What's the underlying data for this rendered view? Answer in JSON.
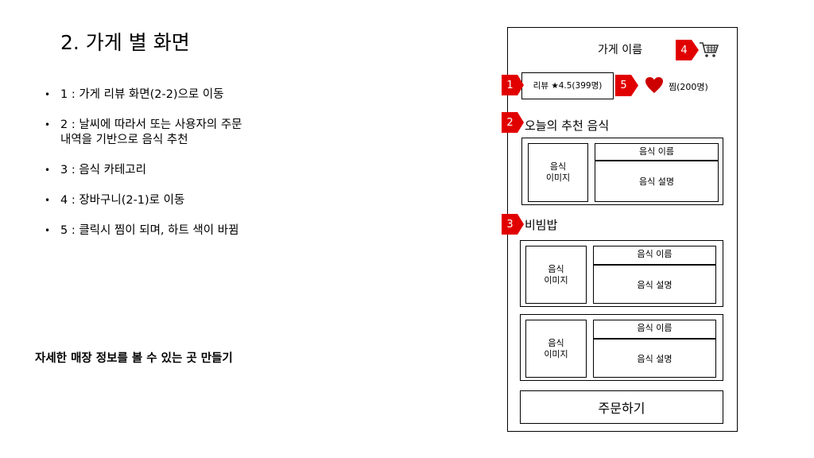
{
  "slide": {
    "title": "2. 가게 별 화면",
    "bullets": [
      "1 : 가게 리뷰 화면(2-2)으로 이동",
      "2 : 날씨에 따라서 또는 사용자의 주문\n내역을 기반으로 음식 추천",
      "3 : 음식 카테고리",
      "4 : 장바구니(2-1)로 이동",
      "5 : 클릭시 찜이 되며, 하트 색이 바뀜"
    ],
    "footer_note": "자세한 매장 정보를 볼 수 있는 곳 만들기"
  },
  "phone": {
    "store_name": "가게 이름",
    "review_label": "리뷰 ★4.5(399명)",
    "zzim_label": "찜(200명)",
    "recommend_title": "오늘의 추천 음식",
    "category_title": "비빔밥",
    "food_image_label": "음식\n이미지",
    "food_name_label": "음식 이름",
    "food_desc_label": "음식 설명",
    "order_button_label": "주문하기"
  },
  "markers": {
    "m1": "1",
    "m2": "2",
    "m3": "3",
    "m4": "4",
    "m5": "5"
  },
  "colors": {
    "marker": "#e10000",
    "heart": "#cc0000"
  },
  "icons": {
    "cart": "cart-icon",
    "heart": "heart-icon"
  }
}
